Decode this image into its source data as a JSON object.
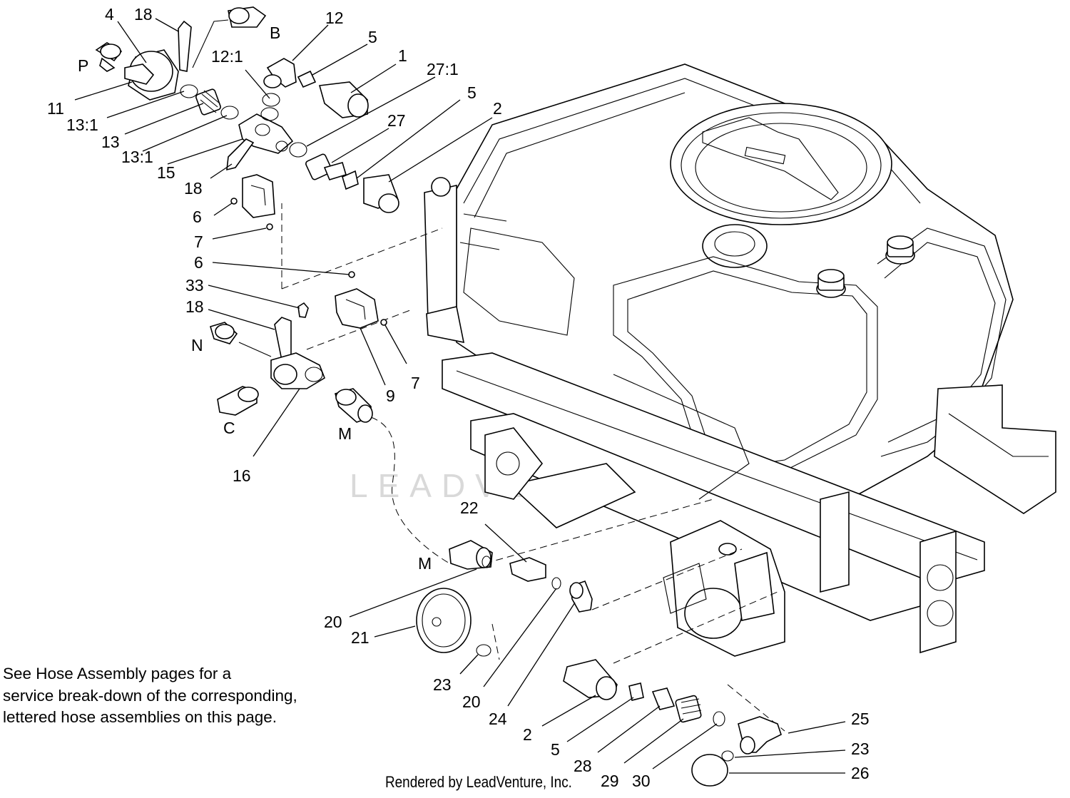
{
  "callouts": {
    "p1": "1",
    "p2": "2",
    "p2b": "2",
    "p4": "4",
    "p5a": "5",
    "p5b": "5",
    "p5c": "5",
    "p6a": "6",
    "p6b": "6",
    "p7a": "7",
    "p7b": "7",
    "p9": "9",
    "p11": "11",
    "p12": "12",
    "p12_1": "12:1",
    "p13": "13",
    "p13_1a": "13:1",
    "p13_1b": "13:1",
    "p15": "15",
    "p16": "16",
    "p18a": "18",
    "p18b": "18",
    "p18c": "18",
    "p20a": "20",
    "p20b": "20",
    "p21": "21",
    "p22": "22",
    "p23a": "23",
    "p23b": "23",
    "p24": "24",
    "p25": "25",
    "p26": "26",
    "p27": "27",
    "p27_1": "27:1",
    "p28": "28",
    "p29": "29",
    "p30": "30",
    "p33": "33"
  },
  "hose_letters": {
    "P": "P",
    "B": "B",
    "N": "N",
    "C": "C",
    "M1": "M",
    "M2": "M"
  },
  "watermark": "LEADVENTURE",
  "note_lines": [
    "See Hose Assembly pages for a",
    "service break-down of the corresponding,",
    "lettered hose assemblies on this page."
  ],
  "credit": "Rendered by LeadVenture, Inc."
}
